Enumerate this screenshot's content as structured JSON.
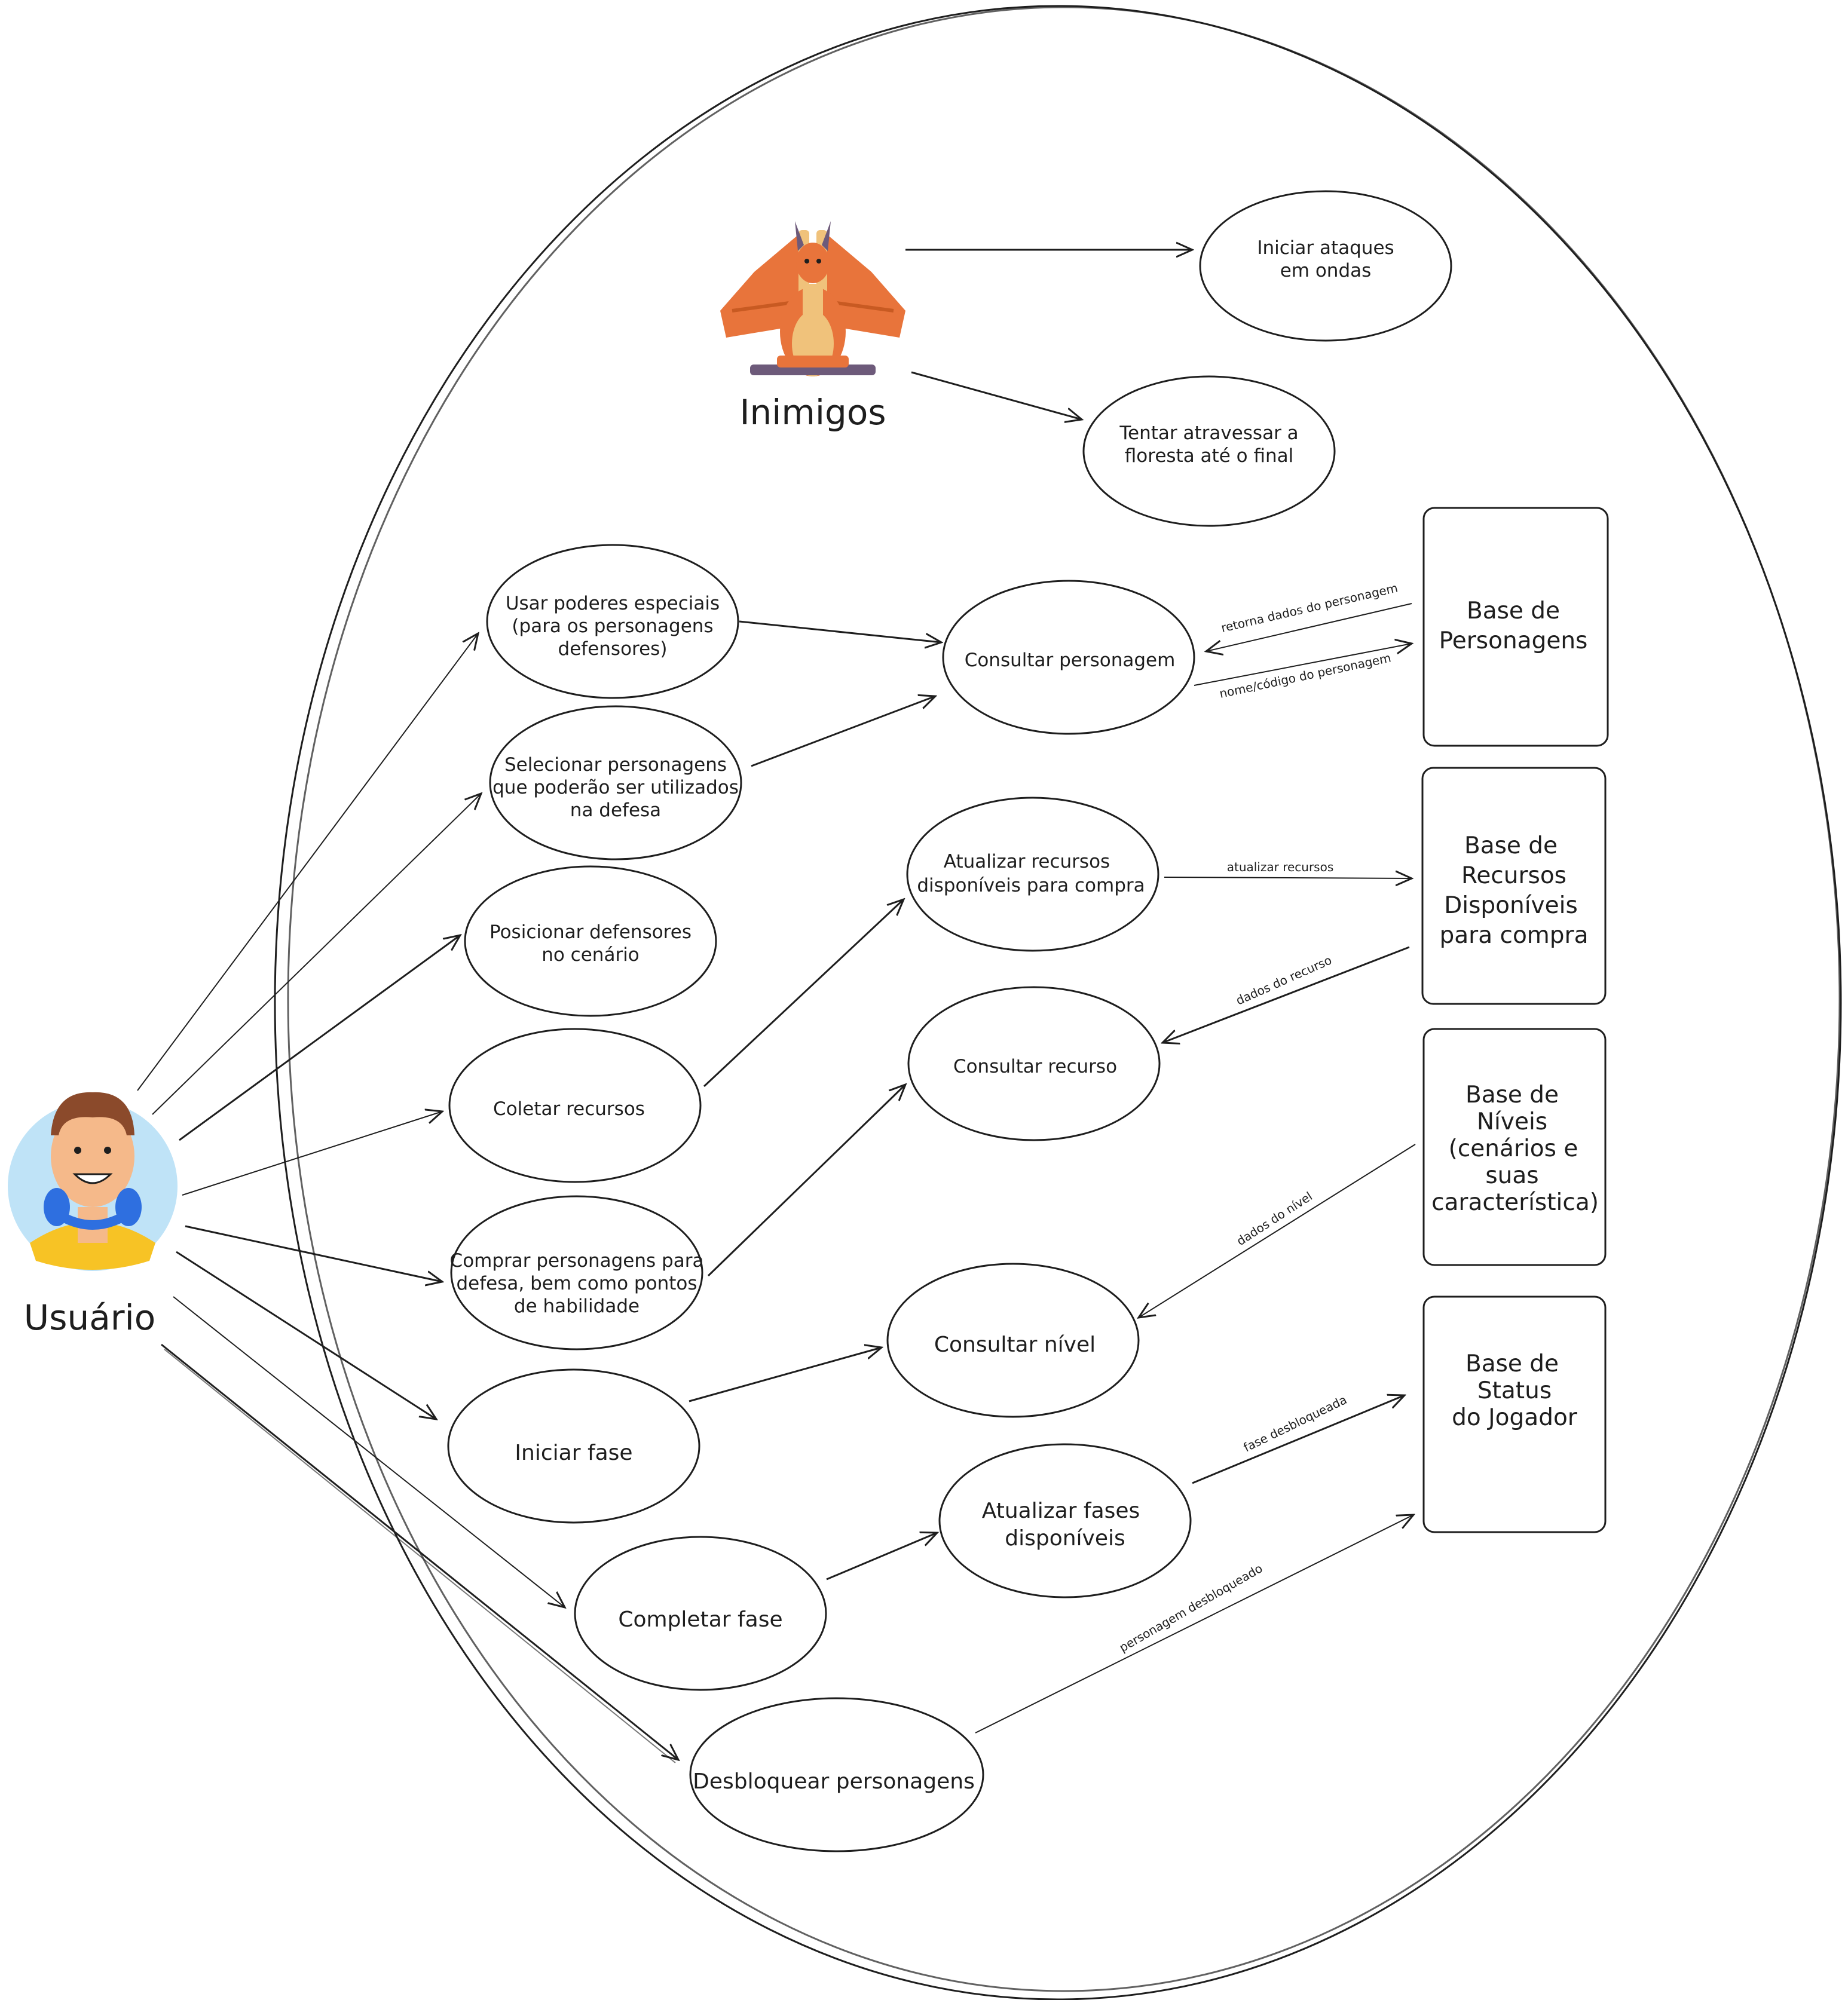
{
  "actors": {
    "user": {
      "name": "Usuário",
      "icon": "user-avatar-icon"
    },
    "enemies": {
      "name": "Inimigos",
      "icon": "dragon-icon"
    }
  },
  "use_cases": {
    "iniciar_ataques": [
      "Iniciar ataques",
      "em ondas"
    ],
    "tentar_atravessar": [
      "Tentar atravessar a",
      "floresta até o final"
    ],
    "usar_poderes": [
      "Usar poderes especiais",
      "(para os personagens",
      "defensores)"
    ],
    "selecionar_personagens": [
      "Selecionar personagens",
      "que poderão ser utilizados",
      "na defesa"
    ],
    "posicionar_defensores": [
      "Posicionar defensores",
      "no cenário"
    ],
    "coletar_recursos": [
      "Coletar recursos"
    ],
    "comprar_personagens": [
      "Comprar personagens para",
      "defesa, bem como pontos",
      "de habilidade"
    ],
    "iniciar_fase": [
      "Iniciar fase"
    ],
    "completar_fase": [
      "Completar fase"
    ],
    "desbloquear_personagens": [
      "Desbloquear personagens"
    ],
    "consultar_personagem": [
      "Consultar personagem"
    ],
    "atualizar_recursos": [
      "Atualizar recursos",
      "disponíveis para compra"
    ],
    "consultar_recurso": [
      "Consultar recurso"
    ],
    "consultar_nivel": [
      "Consultar nível"
    ],
    "atualizar_fases": [
      "Atualizar fases",
      "disponíveis"
    ]
  },
  "data_stores": {
    "personagens": [
      "Base de",
      "Personagens"
    ],
    "recursos": [
      "Base de",
      "Recursos",
      "Disponíveis",
      "para compra"
    ],
    "niveis": [
      "Base de",
      "Níveis",
      "(cenários e",
      "suas",
      "característica)"
    ],
    "status": [
      "Base de",
      "Status",
      "do Jogador"
    ]
  },
  "edge_labels": {
    "retorna_dados_personagem": "retorna dados do personagem",
    "nome_codigo_personagem": "nome/código do personagem",
    "atualizar_recursos": "atualizar recursos",
    "dados_recurso": "dados do recurso",
    "dados_nivel": "dados do nível",
    "fase_desbloqueada": "fase desbloqueada",
    "personagem_desbloqueado": "personagem desbloqueado"
  },
  "colors": {
    "stroke": "#1e1e1e",
    "background": "#ffffff",
    "dragon_body": "#e8743b",
    "dragon_belly": "#f0c27b",
    "avatar_bg": "#bfe3f7",
    "avatar_shirt": "#f7c325",
    "avatar_headphones": "#2e6fe0",
    "avatar_hair": "#8b4a2b",
    "avatar_skin": "#f5b98a"
  }
}
